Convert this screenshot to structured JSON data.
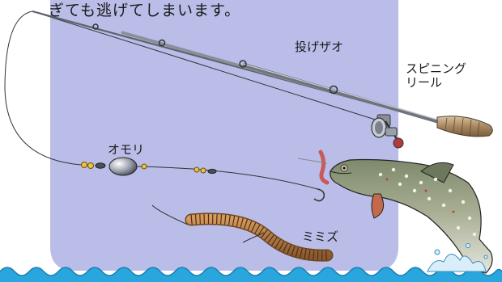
{
  "caption": "ぎても逃げてしまいます。",
  "labels": {
    "rod": "投げザオ",
    "reel_line1": "スピニング",
    "reel_line2": "リール",
    "sinker": "オモリ",
    "worm": "ミミズ"
  },
  "icons": {
    "rod": "casting-rod-icon",
    "reel": "spinning-reel-icon",
    "sinker": "sinker-weight-icon",
    "hook": "fishing-hook-icon",
    "worm": "earthworm-icon",
    "fish": "trout-icon",
    "water": "wave-icon"
  },
  "colors": {
    "panel": "#b9bde8",
    "water": "#29a6de",
    "rod": "#8a8f9a",
    "grip": "#b59a7a",
    "worm": "#b17c45",
    "fish_body": "#9fa58c",
    "sinker_bead": "#f0c23a"
  }
}
